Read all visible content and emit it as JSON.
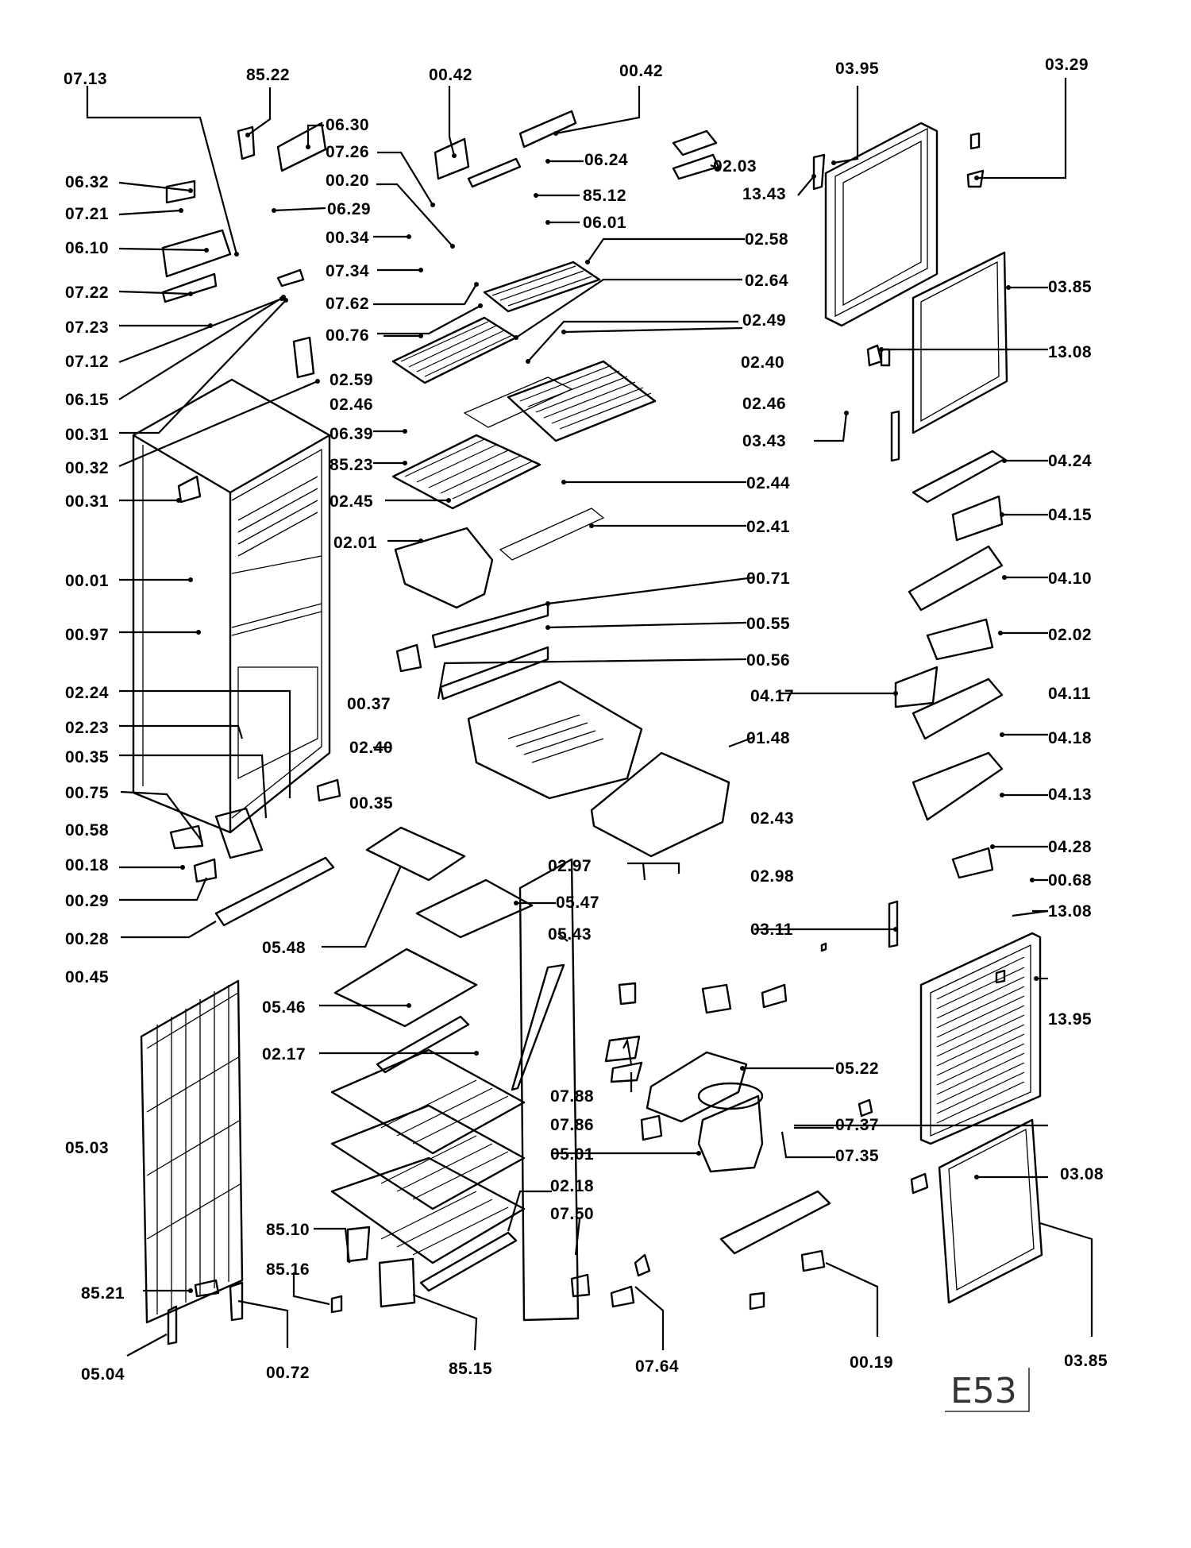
{
  "drawing_code": "E53",
  "labels": [
    "07.13",
    "85.22",
    "00.42",
    "00.42",
    "03.95",
    "03.29",
    "06.30",
    "07.26",
    "06.24",
    "02.03",
    "13.43",
    "06.32",
    "00.20",
    "85.12",
    "07.21",
    "06.29",
    "06.01",
    "06.10",
    "00.34",
    "02.58",
    "07.22",
    "07.34",
    "02.64",
    "03.85",
    "07.23",
    "07.62",
    "02.49",
    "07.12",
    "00.76",
    "13.08",
    "02.59",
    "02.40",
    "06.15",
    "02.46",
    "02.46",
    "00.31",
    "06.39",
    "03.43",
    "00.32",
    "85.23",
    "04.24",
    "02.44",
    "00.31",
    "02.45",
    "04.15",
    "02.41",
    "02.01",
    "00.01",
    "00.71",
    "04.10",
    "00.55",
    "00.97",
    "02.02",
    "00.56",
    "00.37",
    "02.24",
    "04.17",
    "04.11",
    "02.23",
    "01.48",
    "04.18",
    "00.35",
    "02.40",
    "00.75",
    "00.35",
    "04.13",
    "00.58",
    "02.43",
    "04.28",
    "00.18",
    "02.97",
    "02.98",
    "00.68",
    "00.29",
    "05.47",
    "13.08",
    "00.28",
    "03.11",
    "05.48",
    "05.43",
    "00.45",
    "05.46",
    "13.95",
    "02.17",
    "05.22",
    "07.88",
    "07.37",
    "07.86",
    "05.03",
    "07.35",
    "05.01",
    "03.08",
    "02.18",
    "07.50",
    "85.10",
    "85.16",
    "85.21",
    "05.04",
    "00.72",
    "85.15",
    "07.64",
    "00.19",
    "03.85"
  ]
}
